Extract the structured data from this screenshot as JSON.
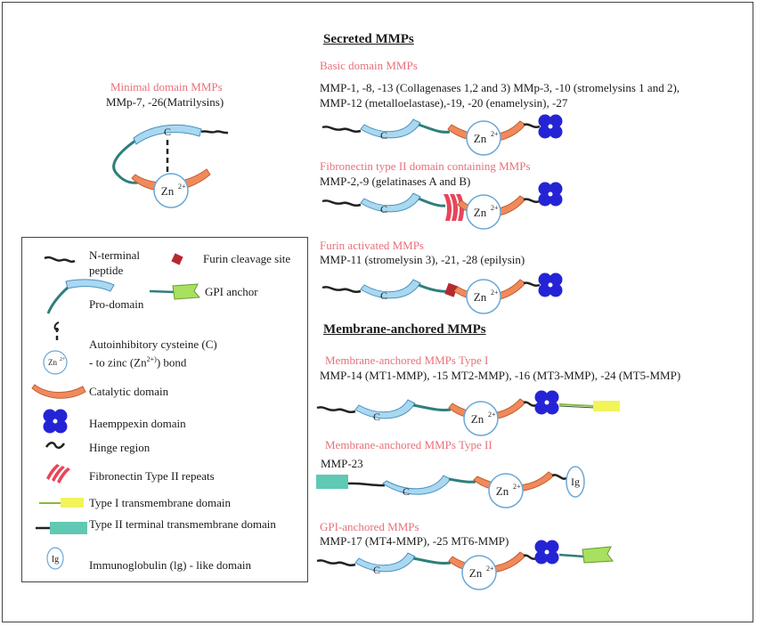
{
  "titles": {
    "secreted": "Secreted MMPs",
    "membrane": "Membrane-anchored MMPs"
  },
  "groups": {
    "minimal": {
      "name": "Minimal domain MMPs",
      "members": "MMp-7, -26(Matrilysins)"
    },
    "basic": {
      "name": "Basic domain MMPs",
      "members": "MMP-1, -8, -13 (Collagenases 1,2 and 3) MMp-3, -10 (stromelysins 1 and 2), MMP-12 (metalloelastase),-19, -20 (enamelysin), -27"
    },
    "fibronectin": {
      "name": "Fibronectin type II domain containing MMPs",
      "members": "MMP-2,-9 (gelatinases A and B)"
    },
    "furin": {
      "name": "Furin activated MMPs",
      "members": "MMP-11 (stromelysin 3), -21, -28 (epilysin)"
    },
    "type1": {
      "name": "Membrane-anchored MMPs Type I",
      "members": "MMP-14 (MT1-MMP), -15 MT2-MMP), -16 (MT3-MMP), -24 (MT5-MMP)"
    },
    "type2": {
      "name": "Membrane-anchored MMPs Type II",
      "members": "MMP-23"
    },
    "gpi": {
      "name": "GPI-anchored MMPs",
      "members": "MMP-17 (MT4-MMP), -25 MT6-MMP)"
    }
  },
  "symbols": {
    "c": "C",
    "zn": "Zn",
    "zn_sup": "2+",
    "ig": "Ig"
  },
  "legend": {
    "n_terminal": "N-terminal peptide",
    "furin": "Furin cleavage site",
    "gpi": "GPI anchor",
    "pro": "Pro-domain",
    "autoinhib_1": "Autoinhibitory cysteine (C)",
    "autoinhib_2": "- to zinc (Zn",
    "autoinhib_sup": "2+)",
    "autoinhib_3": ") bond",
    "catalytic": "Catalytic domain",
    "haem": "Haemppexin domain",
    "hinge": "Hinge region",
    "fib": "Fibronectin Type II repeats",
    "tm1": "Type I transmembrane domain",
    "tm2": "Type II terminal transmembrane domain",
    "ig": "Immunoglobulin (lg) - like domain"
  },
  "colors": {
    "pro_domain": "#a9d8f0",
    "catalytic": "#f08a5d",
    "hemopexin": "#2424d6",
    "linker_teal": "#2e7f7a",
    "fibronectin": "#e8455a",
    "furin": "#b52a30",
    "gpi": "#a8e060",
    "tm1": "#f3f35a",
    "tm2": "#5fc9b4",
    "label_pink": "#e8707a"
  }
}
